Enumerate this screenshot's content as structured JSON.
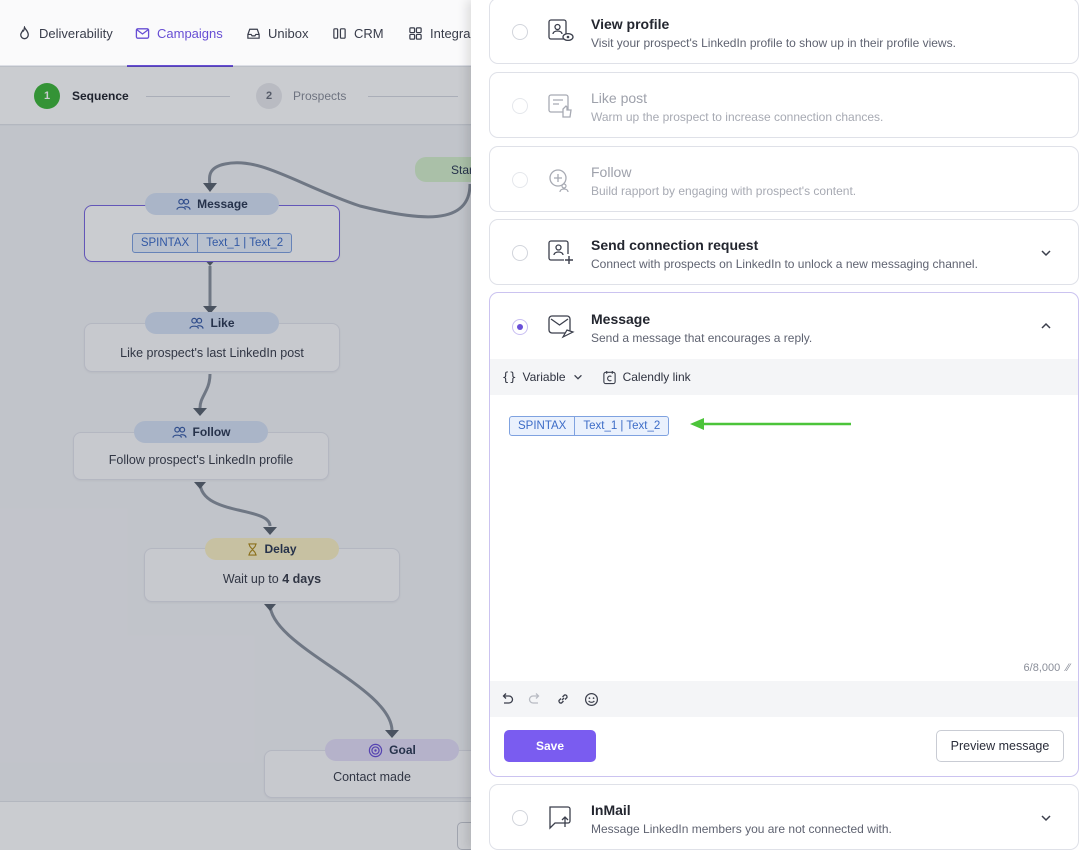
{
  "nav": {
    "items": [
      {
        "label": "Deliverability",
        "icon": "flame-icon"
      },
      {
        "label": "Campaigns",
        "icon": "mail-icon",
        "active": true
      },
      {
        "label": "Unibox",
        "icon": "inbox-icon"
      },
      {
        "label": "CRM",
        "icon": "crm-icon"
      },
      {
        "label": "Integra",
        "icon": "grid-icon"
      }
    ]
  },
  "steps": [
    {
      "number": "1",
      "label": "Sequence",
      "active": true
    },
    {
      "number": "2",
      "label": "Prospects",
      "active": false
    }
  ],
  "flow": {
    "start_label": "Star",
    "message": {
      "pill": "Message",
      "spintax_tag": "SPINTAX",
      "spintax_values": "Text_1 | Text_2"
    },
    "like": {
      "pill": "Like",
      "text": "Like prospect's last LinkedIn post"
    },
    "follow": {
      "pill": "Follow",
      "text": "Follow prospect's LinkedIn profile"
    },
    "delay": {
      "pill": "Delay",
      "text_prefix": "Wait up to ",
      "text_bold": "4 days"
    },
    "goal": {
      "pill": "Goal",
      "text": "Contact made"
    }
  },
  "panel": {
    "actions": [
      {
        "title": "View profile",
        "desc": "Visit your prospect's LinkedIn profile to show up in their profile views.",
        "icon": "view-profile-icon"
      },
      {
        "title": "Like post",
        "desc": "Warm up the prospect to increase connection chances.",
        "icon": "like-post-icon",
        "disabled": true
      },
      {
        "title": "Follow",
        "desc": "Build rapport by engaging with prospect's content.",
        "icon": "follow-icon",
        "disabled": true
      },
      {
        "title": "Send connection request",
        "desc": "Connect with prospects on LinkedIn to unlock a new messaging channel.",
        "icon": "connection-request-icon"
      },
      {
        "title": "Message",
        "desc": "Send a message that encourages a reply.",
        "icon": "message-icon",
        "selected": true
      },
      {
        "title": "InMail",
        "desc": "Message LinkedIn members you are not connected with.",
        "icon": "inmail-icon"
      }
    ],
    "editor": {
      "variable_label": "Variable",
      "calendly_label": "Calendly link",
      "spintax_tag": "SPINTAX",
      "spintax_values": "Text_1 | Text_2",
      "char_count": "6/8,000",
      "save_label": "Save",
      "preview_label": "Preview message"
    }
  },
  "colors": {
    "accent": "#6a50d8",
    "save_button": "#7a5cf0",
    "step_active": "#3fb63a",
    "arrow": "#4cc43a"
  }
}
